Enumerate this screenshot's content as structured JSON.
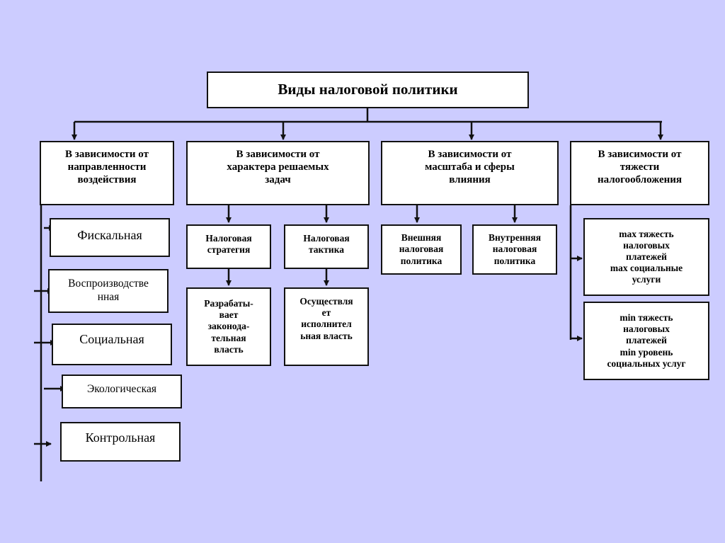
{
  "title": "Виды налоговой политики",
  "categories": [
    "В зависимости от\nнаправленности\nвоздействия",
    "В зависимости от\nхарактера решаемых\nзадач",
    "В зависимости от\nмасштаба и сферы\nвлияния",
    "В зависимости от\nтяжести\nналогообложения"
  ],
  "direction_items": [
    "Фискальная",
    "Воспроизводстве\nнная",
    "Социальная",
    "Экологическая",
    "Контрольная"
  ],
  "tasks": {
    "strategy": "Налоговая\nстратегия",
    "tactic": "Налоговая\nтактика",
    "strategy_detail": "Разрабаты-\nвает\nзаконода-\nтельная\nвласть",
    "tactic_detail": "Осуществля\nет\nисполнител\nьная власть"
  },
  "scale": {
    "external": "Внешняя\nналоговая\nполитика",
    "internal": "Внутренняя\nналоговая\nполитика"
  },
  "severity": {
    "max": "max тяжесть\nналоговых\nплатежей\nmax социальные\nуслуги",
    "min": "min  тяжесть\nналоговых\nплатежей\nmin  уровень\nсоциальных услуг"
  },
  "colors": {
    "background": "#ccccff",
    "box": "#ffffff",
    "line": "#111111"
  }
}
